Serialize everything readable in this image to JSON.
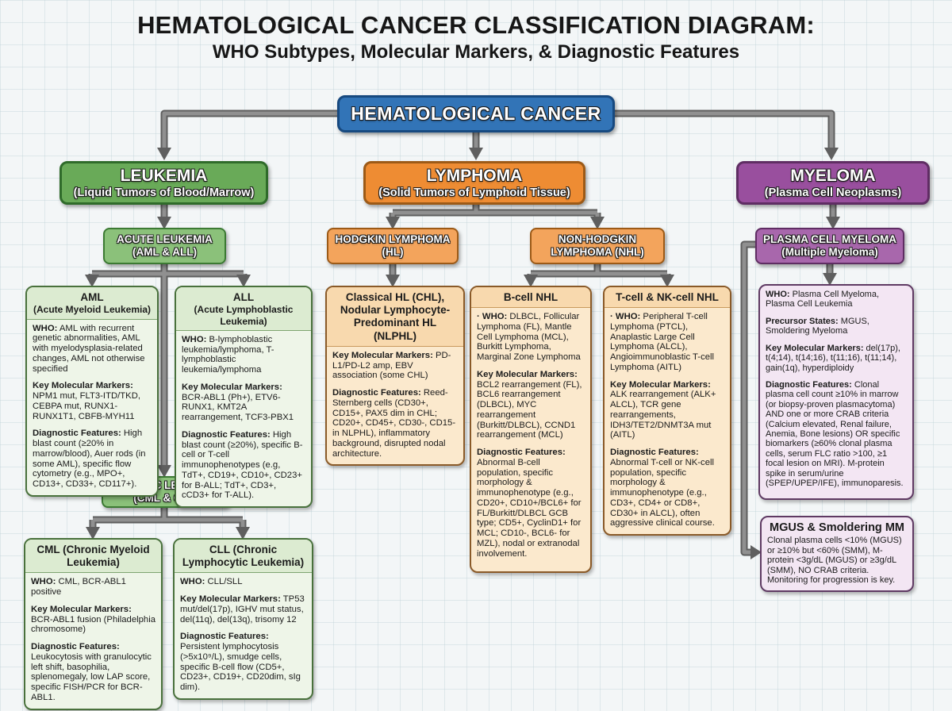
{
  "colors": {
    "root_blue": "#3274b7",
    "leukemia_green": "#69aa58",
    "lymphoma_orange": "#ee8c33",
    "myeloma_purple": "#994f9e",
    "connector_gray": "#8a8a8a",
    "background": "#f3f6f7"
  },
  "title": {
    "line1": "HEMATOLOGICAL CANCER CLASSIFICATION DIAGRAM:",
    "line2": "WHO Subtypes, Molecular Markers, & Diagnostic Features"
  },
  "root": {
    "label": "HEMATOLOGICAL CANCER"
  },
  "branches": {
    "leukemia": {
      "title": "LEUKEMIA",
      "subtitle": "(Liquid Tumors of Blood/Marrow)"
    },
    "lymphoma": {
      "title": "LYMPHOMA",
      "subtitle": "(Solid Tumors of Lymphoid Tissue)"
    },
    "myeloma": {
      "title": "MYELOMA",
      "subtitle": "(Plasma Cell Neoplasms)"
    }
  },
  "level2": {
    "acute_leukemia": {
      "line1": "ACUTE LEUKEMIA",
      "line2": "(AML & ALL)"
    },
    "chronic_leukemia": {
      "line1": "CHRONIC LEUKEMIA",
      "line2": "(CML & CLL)"
    },
    "hodgkin": {
      "line1": "HODGKIN LYMPHOMA",
      "line2": "(HL)"
    },
    "non_hodgkin": {
      "line1": "NON-HODGKIN",
      "line2": "LYMPHOMA (NHL)"
    },
    "plasma_cell_myeloma": {
      "line1": "PLASMA CELL MYELOMA",
      "line2": "(Multiple Myeloma)"
    }
  },
  "boxes": {
    "aml": {
      "title": "AML",
      "subtitle": "(Acute Myeloid Leukemia)",
      "sections": [
        {
          "label": "WHO:",
          "text": " AML with recurrent genetic abnormalities, AML with myelodysplasia-related changes, AML not otherwise specified"
        },
        {
          "label": "Key Molecular Markers:",
          "text": " NPM1 mut, FLT3-ITD/TKD, CEBPA mut, RUNX1-RUNX1T1, CBFB-MYH11"
        },
        {
          "label": "Diagnostic Features:",
          "text": " High blast count (≥20% in marrow/blood), Auer rods (in some AML), specific flow cytometry (e.g., MPO+, CD13+, CD33+, CD117+)."
        }
      ]
    },
    "all": {
      "title": "ALL",
      "subtitle": "(Acute Lymphoblastic Leukemia)",
      "sections": [
        {
          "label": "WHO:",
          "text": " B-lymphoblastic leukemia/lymphoma, T-lymphoblastic leukemia/lymphoma"
        },
        {
          "label": "Key Molecular Markers:",
          "text": " BCR-ABL1 (Ph+), ETV6-RUNX1, KMT2A rearrangement, TCF3-PBX1"
        },
        {
          "label": "Diagnostic Features:",
          "text": " High blast count (≥20%), specific B-cell or T-cell immunophenotypes (e.g, TdT+, CD19+, CD10+, CD23+ for B-ALL; TdT+, CD3+, cCD3+ for T-ALL)."
        }
      ]
    },
    "chl": {
      "title": "Classical HL (CHL), Nodular Lymphocyte-Predominant HL (NLPHL)",
      "sections": [
        {
          "label": "Key Molecular Markers:",
          "text": " PD-L1/PD-L2 amp, EBV association (some CHL)"
        },
        {
          "label": "Diagnostic Features:",
          "text": " Reed-Sternberg cells (CD30+, CD15+, PAX5 dim in CHL; CD20+, CD45+, CD30-, CD15- in NLPHL), inflammatory background, disrupted nodal architecture."
        }
      ]
    },
    "bcell": {
      "title": "B-cell NHL",
      "sections": [
        {
          "label": "· WHO:",
          "text": " DLBCL, Follicular Lymphoma (FL), Mantle Cell Lymphoma (MCL), Burkitt Lymphoma, Marginal Zone Lymphoma"
        },
        {
          "label": "Key Molecular Markers:",
          "text": " BCL2 rearrangement (FL), BCL6 rearrangement (DLBCL), MYC rearrangement (Burkitt/DLBCL), CCND1 rearrangement (MCL)"
        },
        {
          "label": "Diagnostic Features:",
          "text": " Abnormal B-cell population, specific morphology & immunophenotype (e.g., CD20+, CD10+/BCL6+ for FL/Burkitt/DLBCL GCB type; CD5+, CyclinD1+ for MCL; CD10-, BCL6- for MZL), nodal or extranodal involvement."
        }
      ]
    },
    "tcell": {
      "title": "T-cell & NK-cell NHL",
      "sections": [
        {
          "label": "· WHO:",
          "text": " Peripheral T-cell Lymphoma (PTCL), Anaplastic Large Cell Lymphoma (ALCL), Angioimmunoblastic T-cell Lymphoma (AITL)"
        },
        {
          "label": "Key Molecular Markers:",
          "text": " ALK rearrangement (ALK+ ALCL), TCR gene rearrangements, IDH3/TET2/DNMT3A mut (AITL)"
        },
        {
          "label": "Diagnostic Features:",
          "text": " Abnormal T-cell or NK-cell population, specific morphology & immunophenotype (e.g., CD3+, CD4+ or CD8+, CD30+ in ALCL), often aggressive clinical course."
        }
      ]
    },
    "myeloma_who": {
      "sections": [
        {
          "label": "WHO:",
          "text": " Plasma Cell Myeloma, Plasma Cell Leukemia"
        },
        {
          "label": "Precursor States:",
          "text": " MGUS, Smoldering Myeloma"
        },
        {
          "label": "Key Molecular Markers:",
          "text": " del(17p), t(4;14), t(14;16), t(11;16), t(11;14), gain(1q), hyperdiploidy"
        },
        {
          "label": "Diagnostic Features:",
          "text": " Clonal plasma cell count ≥10% in marrow (or biopsy-proven plasmacytoma) AND one or more CRAB criteria (Calcium elevated, Renal failure, Anemia, Bone lesions) OR specific biomarkers (≥60% clonal plasma cells, serum FLC ratio >100, ≥1 focal lesion on MRI). M-protein spike in serum/urine (SPEP/UPEP/IFE), immunoparesis."
        }
      ]
    },
    "mgus": {
      "title": "MGUS & Smoldering MM",
      "body": "Clonal plasma cells <10% (MGUS) or ≥10% but <60% (SMM), M-protein <3g/dL (MGUS) or ≥3g/dL (SMM), NO CRAB criteria. Monitoring for progression is key."
    },
    "cml": {
      "title": "CML (Chronic Myeloid Leukemia)",
      "sections": [
        {
          "label": "WHO:",
          "text": " CML, BCR-ABL1 positive"
        },
        {
          "label": "Key Molecular Markers:",
          "text": " BCR-ABL1 fusion (Philadelphia chromosome)"
        },
        {
          "label": "Diagnostic Features:",
          "text": " Leukocytosis with granulocytic left shift, basophilia, splenomegaly, low LAP score, specific FISH/PCR for BCR-ABL1."
        }
      ]
    },
    "cll": {
      "title": "CLL (Chronic Lymphocytic Leukemia)",
      "sections": [
        {
          "label": "WHO:",
          "text": " CLL/SLL"
        },
        {
          "label": "Key Molecular Markers:",
          "text": " TP53 mut/del(17p), IGHV mut status, del(11q), del(13q), trisomy 12"
        },
        {
          "label": "Diagnostic Features:",
          "text": " Persistent lymphocytosis (>5x10⁹/L), smudge cells, specific B-cell flow (CD5+, CD23+, CD19+, CD20dim, sIg dim)."
        }
      ]
    }
  }
}
